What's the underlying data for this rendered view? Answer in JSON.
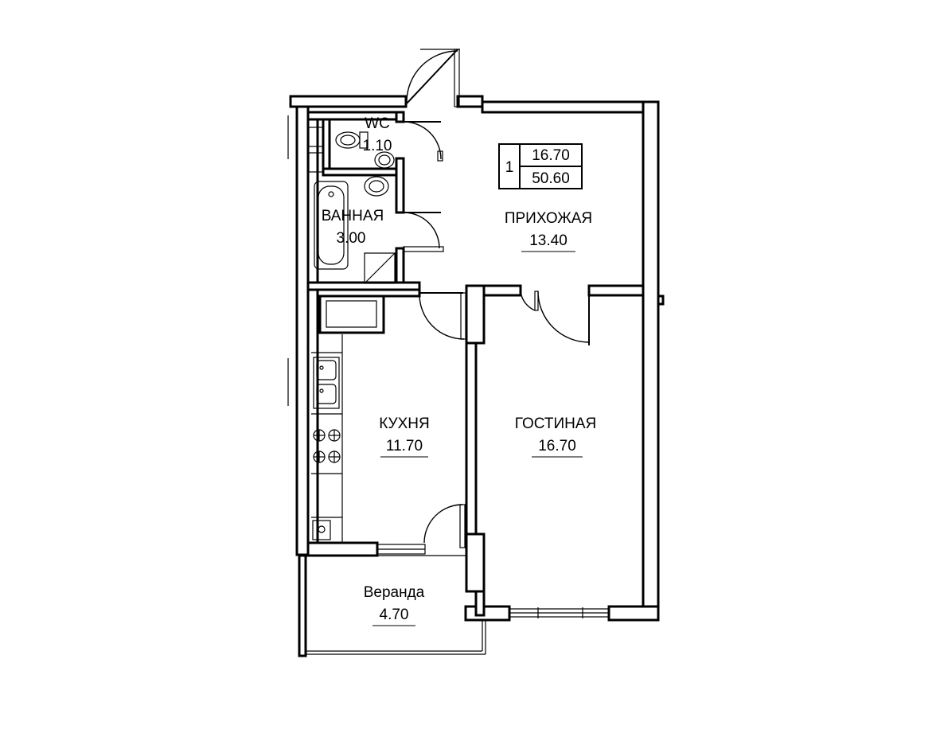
{
  "rooms": {
    "wc": {
      "name": "WC",
      "area": "1.10"
    },
    "bath": {
      "name": "ВАННАЯ",
      "area": "3.00"
    },
    "hall": {
      "name": "ПРИХОЖАЯ",
      "area": "13.40"
    },
    "kitchen": {
      "name": "КУХНЯ",
      "area": "11.70"
    },
    "living": {
      "name": "ГОСТИНАЯ",
      "area": "16.70"
    },
    "veranda": {
      "name": "Веранда",
      "area": "4.70"
    }
  },
  "summary": {
    "rooms_count": "1",
    "living_area": "16.70",
    "total_area": "50.60"
  }
}
